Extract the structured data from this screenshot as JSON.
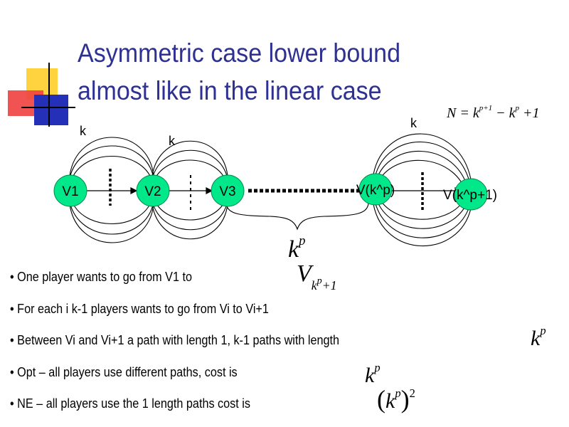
{
  "title": {
    "line1": "Asymmetric case lower bound",
    "line2": "almost like in the linear case"
  },
  "colors": {
    "title": "#2e3192",
    "node_fill": "#00e88a",
    "deco_yellow": "#ffd23f",
    "deco_red": "#f04040",
    "deco_blue": "#2430b8"
  },
  "diagram": {
    "nodes": [
      "V1",
      "V2",
      "V3",
      "V(k^p)",
      "V(k^p+1)"
    ],
    "k_labels": [
      "k",
      "k",
      "k"
    ]
  },
  "math": {
    "n_formula": {
      "lhs": "N = k",
      "exp1": "p+1",
      "mid": " − k",
      "exp2": "p",
      "tail": " +1"
    },
    "kp_center": {
      "base": "k",
      "exp": "p"
    },
    "v_target": {
      "base": "V",
      "sub_base": "k",
      "sub_exp": "p",
      "sub_tail": "+1"
    },
    "kp_right": {
      "base": "k",
      "exp": "p"
    },
    "kp_opt": {
      "base": "k",
      "exp": "p"
    },
    "kp_ne": {
      "open": "(",
      "base": "k",
      "exp": "p",
      "close": ")",
      "power": "2"
    }
  },
  "bullets": [
    "One player wants to go from V1 to",
    "For each i k-1 players wants to go from Vi to Vi+1",
    "Between Vi and Vi+1 a path with length 1, k-1 paths with length",
    "Opt – all players use different paths, cost is",
    "NE – all players use the 1 length paths cost is"
  ]
}
